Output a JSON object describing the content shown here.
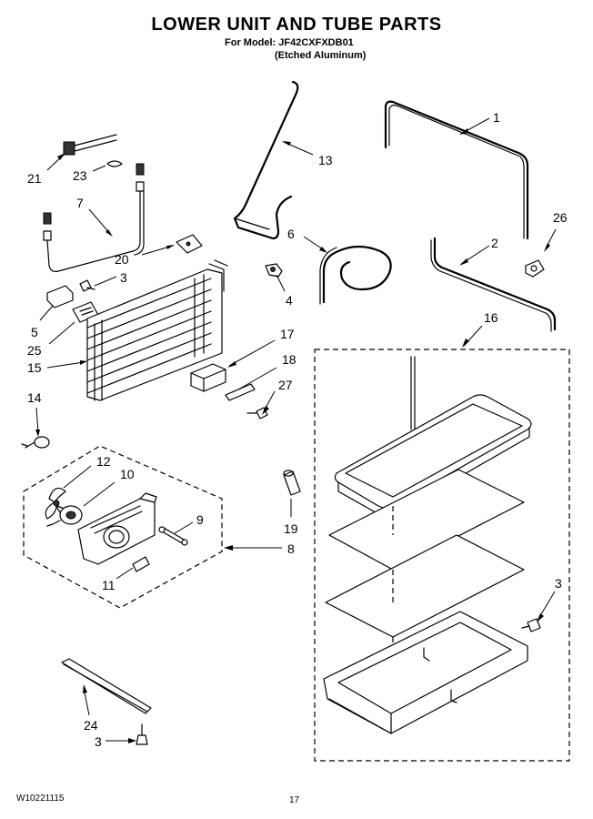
{
  "header": {
    "title": "LOWER UNIT AND TUBE PARTS",
    "model_line": "For Model: JF42CXFXDB01",
    "finish_line": "(Etched Aluminum)"
  },
  "callouts": {
    "c1": "1",
    "c2": "2",
    "c3a": "3",
    "c3b": "3",
    "c3c": "3",
    "c4": "4",
    "c5": "5",
    "c6": "6",
    "c7": "7",
    "c8": "8",
    "c9": "9",
    "c10": "10",
    "c11": "11",
    "c12": "12",
    "c13": "13",
    "c14": "14",
    "c15": "15",
    "c16": "16",
    "c17": "17",
    "c18": "18",
    "c19": "19",
    "c20": "20",
    "c21": "21",
    "c23": "23",
    "c24": "24",
    "c25": "25",
    "c26": "26",
    "c27": "27"
  },
  "footer": {
    "doc_number": "W10221115",
    "page_number": "17"
  }
}
